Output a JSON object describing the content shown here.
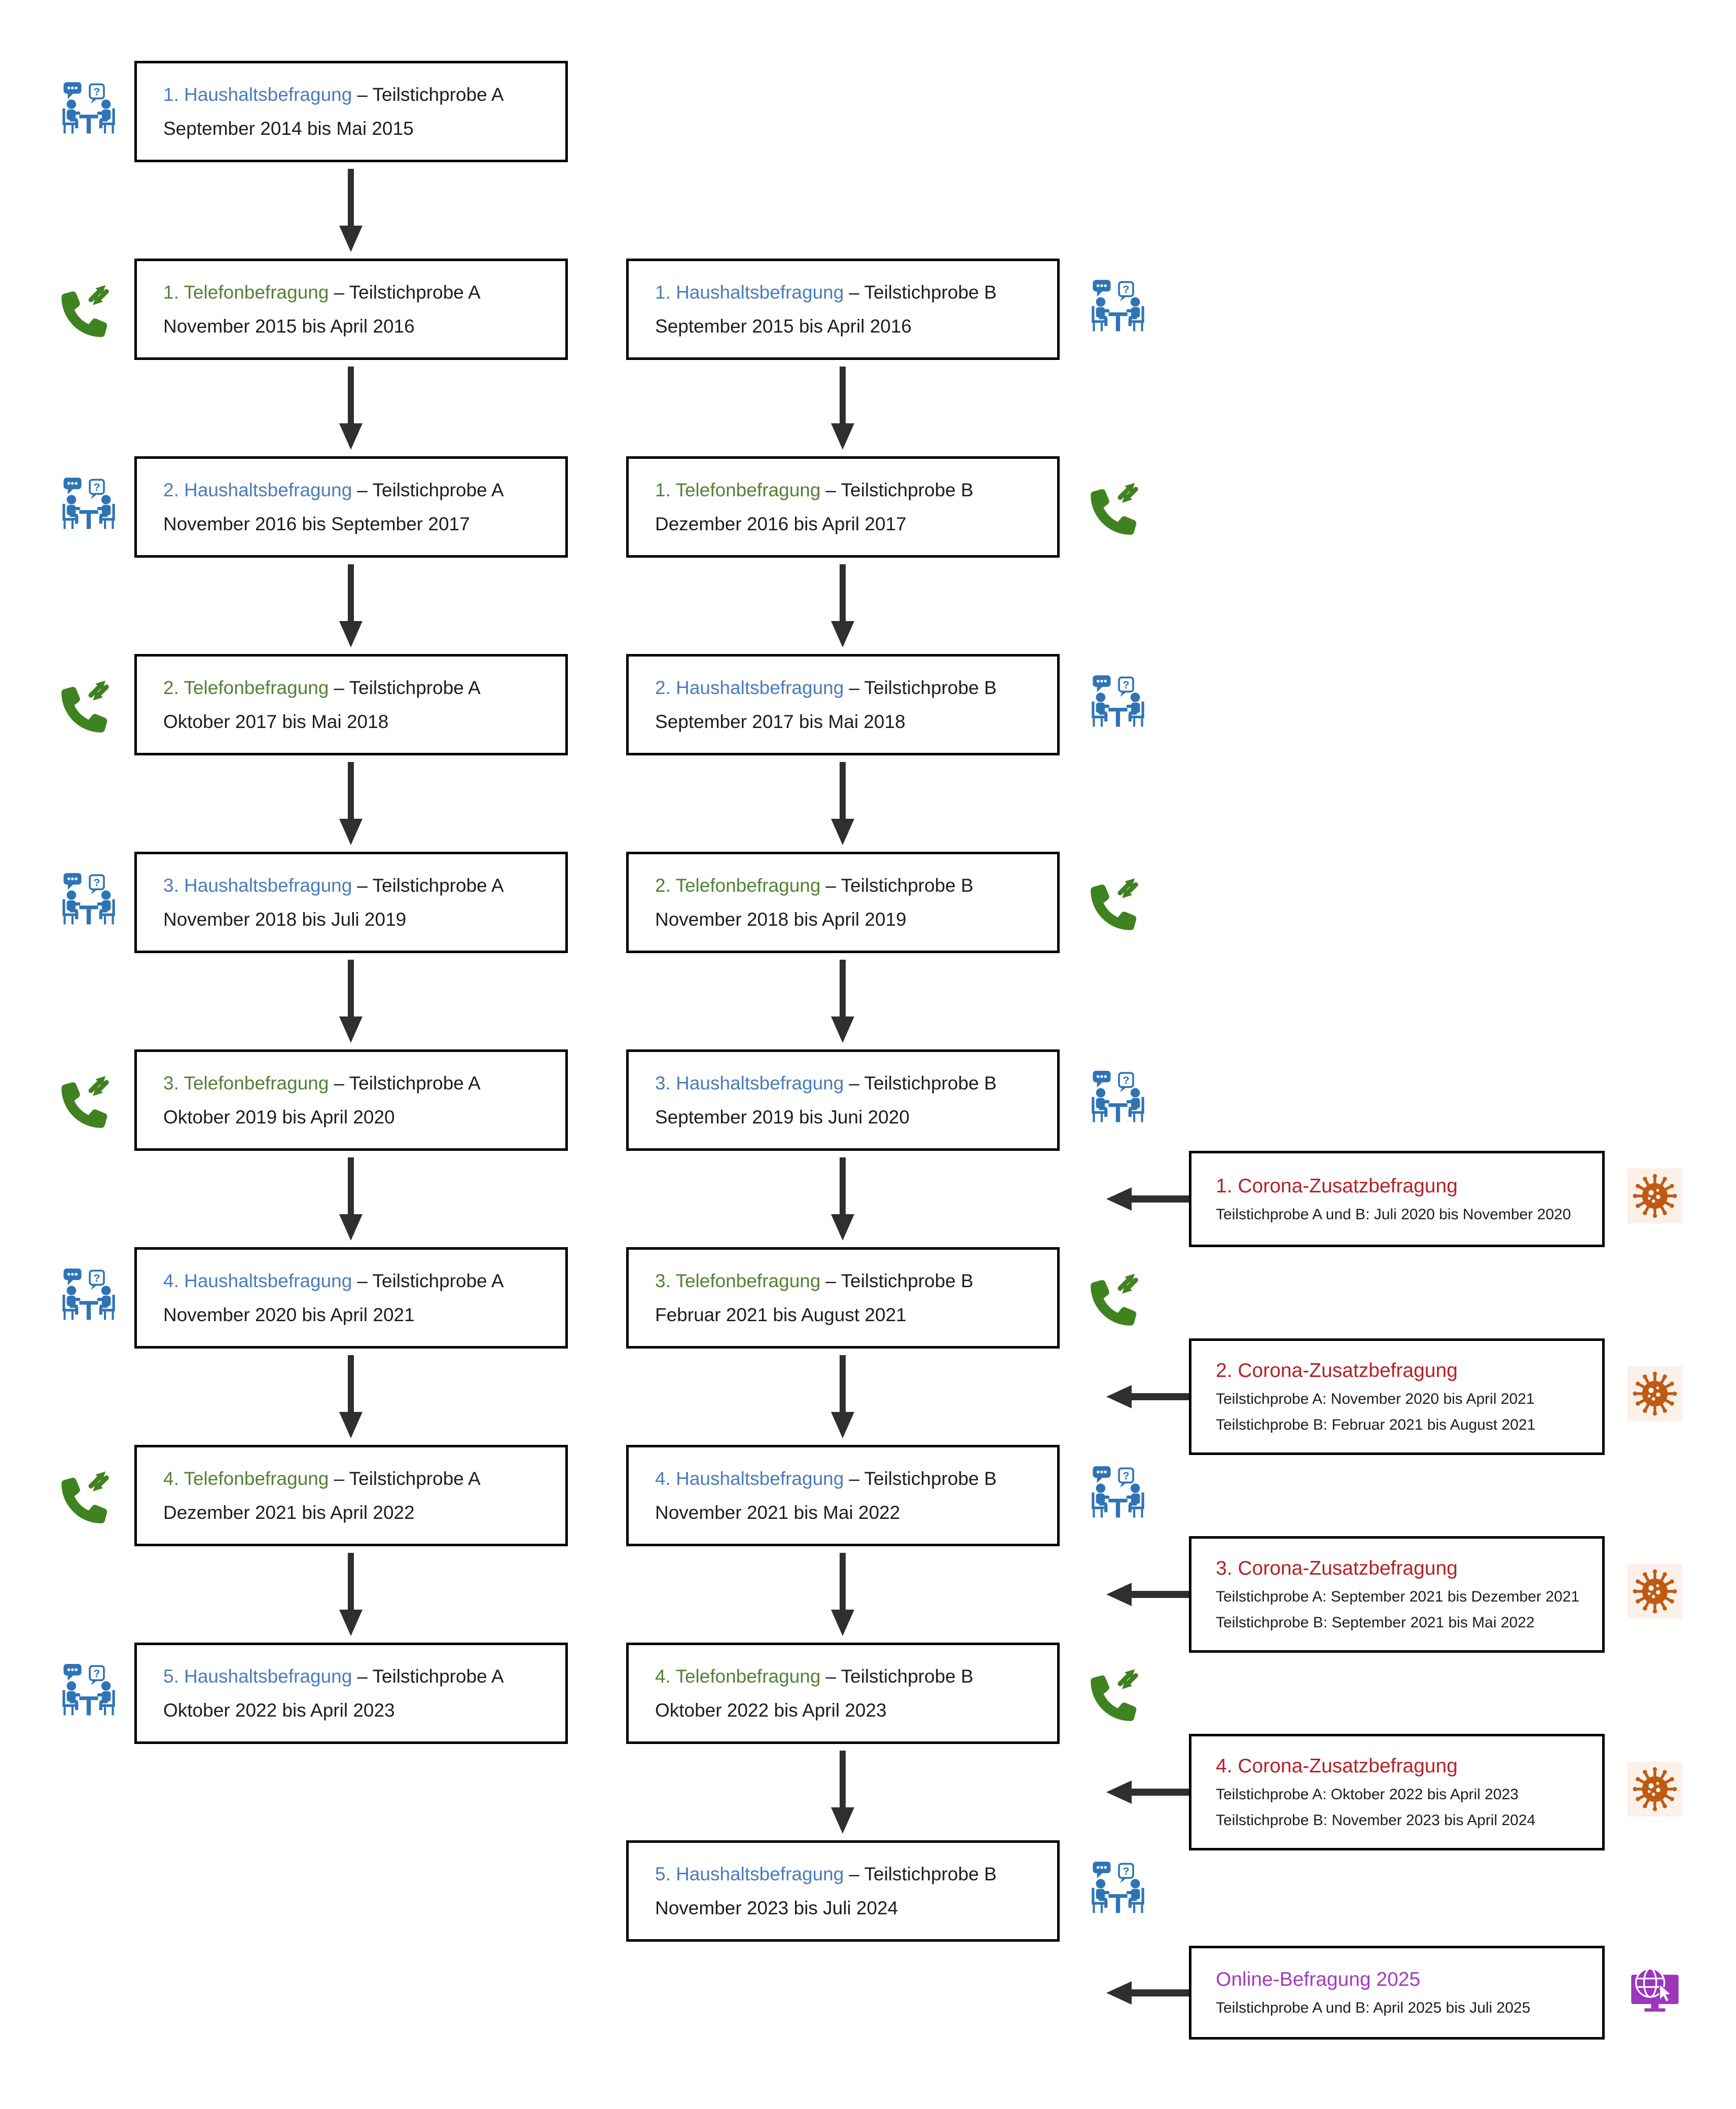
{
  "palette": {
    "household_blue": "#4a7cba",
    "phone_green": "#538135",
    "corona_red": "#b62024",
    "online_purple": "#a13cc0",
    "icon_blue": "#2e74b5",
    "icon_green": "#3f8220",
    "virus_orange": "#c05a12",
    "icon_purple": "#9b36bd",
    "arrow_gray": "#2f2f2f"
  },
  "flow": {
    "column_a": [
      {
        "kind": "household",
        "title": "1. Haushaltsbefragung",
        "rest": "– Teilstichprobe A",
        "period": "September 2014 bis Mai 2015"
      },
      {
        "kind": "phone",
        "title": "1. Telefonbefragung",
        "rest": "– Teilstichprobe A",
        "period": "November 2015 bis April 2016"
      },
      {
        "kind": "household",
        "title": "2. Haushaltsbefragung",
        "rest": "– Teilstichprobe A",
        "period": "November 2016 bis September 2017"
      },
      {
        "kind": "phone",
        "title": "2. Telefonbefragung",
        "rest": "– Teilstichprobe A",
        "period": "Oktober 2017 bis Mai 2018"
      },
      {
        "kind": "household",
        "title": "3. Haushaltsbefragung",
        "rest": "– Teilstichprobe A",
        "period": "November 2018 bis Juli 2019"
      },
      {
        "kind": "phone",
        "title": "3. Telefonbefragung",
        "rest": "– Teilstichprobe A",
        "period": "Oktober 2019 bis April 2020"
      },
      {
        "kind": "household",
        "title": "4. Haushaltsbefragung",
        "rest": "– Teilstichprobe A",
        "period": "November 2020 bis April 2021"
      },
      {
        "kind": "phone",
        "title": "4. Telefonbefragung",
        "rest": "– Teilstichprobe A",
        "period": "Dezember 2021 bis April 2022"
      },
      {
        "kind": "household",
        "title": "5. Haushaltsbefragung",
        "rest": "– Teilstichprobe A",
        "period": "Oktober 2022 bis April 2023"
      }
    ],
    "column_b": [
      {
        "kind": "household",
        "title": "1. Haushaltsbefragung",
        "rest": "– Teilstichprobe B",
        "period": "September 2015 bis April 2016"
      },
      {
        "kind": "phone",
        "title": "1. Telefonbefragung",
        "rest": "– Teilstichprobe B",
        "period": "Dezember 2016 bis April 2017"
      },
      {
        "kind": "household",
        "title": "2. Haushaltsbefragung",
        "rest": "– Teilstichprobe B",
        "period": "September 2017 bis Mai 2018"
      },
      {
        "kind": "phone",
        "title": "2. Telefonbefragung",
        "rest": "– Teilstichprobe B",
        "period": "November 2018 bis April 2019"
      },
      {
        "kind": "household",
        "title": "3. Haushaltsbefragung",
        "rest": "– Teilstichprobe B",
        "period": "September 2019 bis Juni 2020"
      },
      {
        "kind": "phone",
        "title": "3. Telefonbefragung",
        "rest": "– Teilstichprobe B",
        "period": "Februar 2021 bis August 2021"
      },
      {
        "kind": "household",
        "title": "4. Haushaltsbefragung",
        "rest": "– Teilstichprobe B",
        "period": "November 2021 bis Mai 2022"
      },
      {
        "kind": "phone",
        "title": "4. Telefonbefragung",
        "rest": "– Teilstichprobe B",
        "period": "Oktober 2022 bis April 2023"
      },
      {
        "kind": "household",
        "title": "5. Haushaltsbefragung",
        "rest": "– Teilstichprobe B",
        "period": "November 2023 bis Juli 2024"
      }
    ],
    "side": [
      {
        "kind": "corona",
        "title": "1. Corona-Zusatzbefragung",
        "lines": [
          "Teilstichprobe A und B: Juli 2020 bis November 2020"
        ]
      },
      {
        "kind": "corona",
        "title": "2. Corona-Zusatzbefragung",
        "lines": [
          "Teilstichprobe A: November 2020 bis April 2021",
          "Teilstichprobe B: Februar 2021 bis August 2021"
        ]
      },
      {
        "kind": "corona",
        "title": "3. Corona-Zusatzbefragung",
        "lines": [
          "Teilstichprobe A: September 2021 bis Dezember 2021",
          "Teilstichprobe B: September 2021 bis Mai 2022"
        ]
      },
      {
        "kind": "corona",
        "title": "4. Corona-Zusatzbefragung",
        "lines": [
          "Teilstichprobe A: Oktober 2022 bis April 2023",
          "Teilstichprobe B: November 2023 bis April 2024"
        ]
      },
      {
        "kind": "online",
        "title": "Online-Befragung 2025",
        "lines": [
          "Teilstichprobe A und B: April 2025 bis Juli 2025"
        ]
      }
    ]
  }
}
